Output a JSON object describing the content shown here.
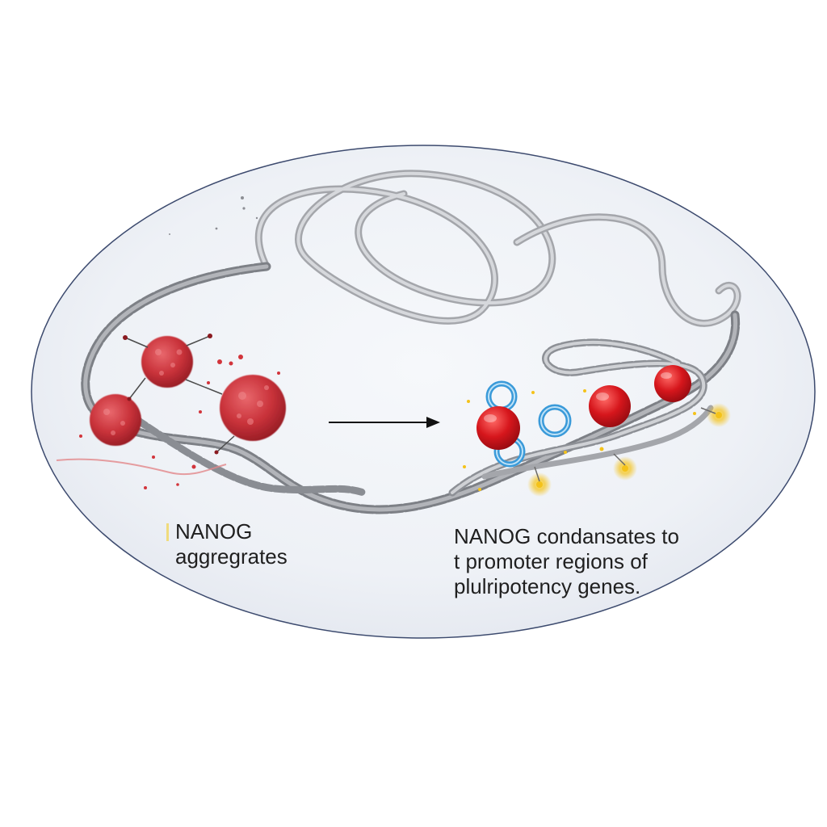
{
  "labels": {
    "left": {
      "line1": "NANOG",
      "line2": "aggregrates"
    },
    "right": {
      "line1": "NANOG condansates to",
      "line2": "t promoter regions of",
      "line3": "plulripotency genes."
    }
  },
  "colors": {
    "cell_border": "#3c4a6e",
    "chromatin": "#9a9ca2",
    "chromatin_dark": "#6f7278",
    "aggregate": "#c9323a",
    "condensate": "#d6161c",
    "ring": "#3a9ad9",
    "glow": "#f4c21a",
    "arrow": "#111111"
  },
  "icons": {
    "aggregate": "nanog-aggregate-icon",
    "condensate": "nanog-condensate-icon",
    "ring": "promoter-ring-icon",
    "glow": "activation-glow-icon",
    "arrow": "transition-arrow-icon"
  }
}
